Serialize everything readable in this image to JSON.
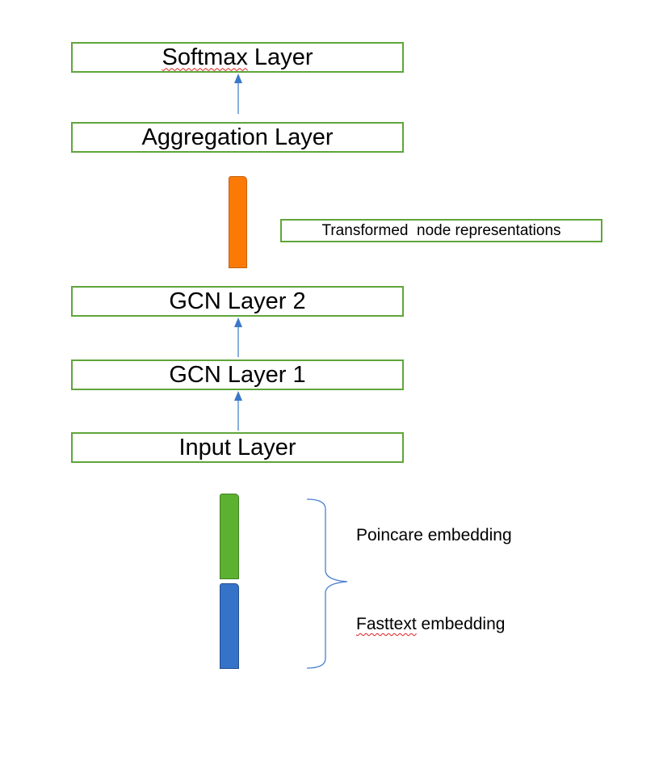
{
  "diagram": {
    "layers": [
      {
        "id": "softmax",
        "label_parts": [
          {
            "text": "Softmax",
            "spellcheck_flag": true
          },
          {
            "text": " Layer",
            "spellcheck_flag": false
          }
        ]
      },
      {
        "id": "aggregation",
        "label": "Aggregation Layer"
      },
      {
        "id": "gcn2",
        "label": "GCN Layer 2"
      },
      {
        "id": "gcn1",
        "label": "GCN Layer 1"
      },
      {
        "id": "input",
        "label": "Input Layer"
      }
    ],
    "arrows": [
      {
        "from": "aggregation",
        "to": "softmax"
      },
      {
        "from": "gcn1",
        "to": "gcn2"
      },
      {
        "from": "input",
        "to": "gcn1"
      }
    ],
    "transformed": {
      "label": "Transformed  node representations",
      "vector_color": "#fb7a06"
    },
    "embeddings": {
      "poincare": {
        "label": "Poincare embedding",
        "color": "#5db131"
      },
      "fasttext": {
        "label_first": "Fasttext",
        "label_rest": " embedding",
        "color": "#3573c9"
      }
    },
    "colors": {
      "box_border": "#5fa53a",
      "arrow": "#3a78c9",
      "brace": "#4a7fcf",
      "spellcheck": "#e02020"
    }
  }
}
